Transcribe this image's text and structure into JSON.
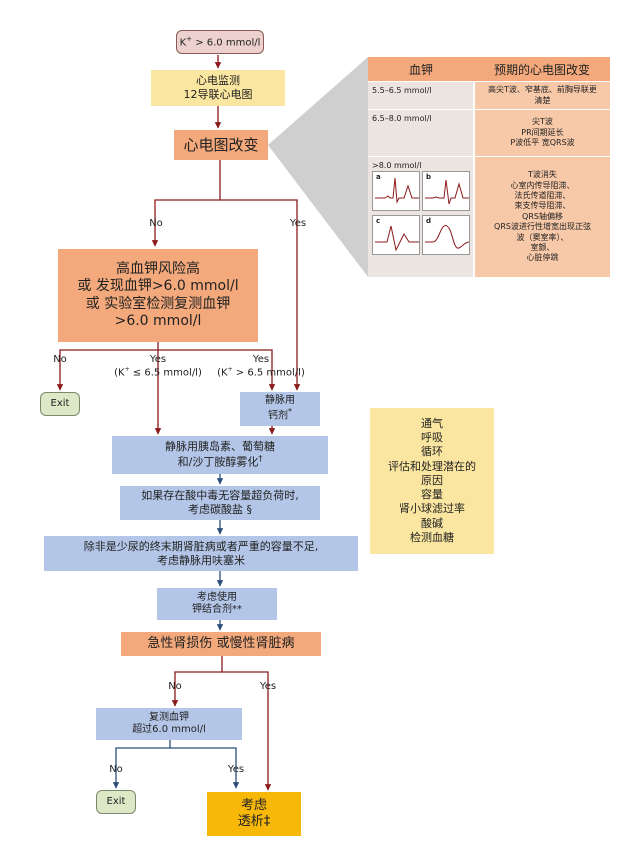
{
  "start": {
    "k": "K",
    "sup": "+",
    "rest": " > 6.0 mmol/l"
  },
  "monitor": {
    "line1": "心电监测",
    "line2": "12导联心电图"
  },
  "ecg_change": "心电图改变",
  "branch1": {
    "no": "No",
    "yes": "Yes"
  },
  "high_risk": {
    "line1": "高血钾风险高",
    "line2": "或 发现血钾>6.0 mmol/l",
    "line3": "或 实验室检测复测血钾",
    "line4": ">6.0 mmol/l"
  },
  "branch2": {
    "no": "No",
    "yes_low": "Yes",
    "yes_low_k": "K",
    "yes_low_sup": "+",
    "yes_low_cond": "≤ 6.5 mmol/l",
    "yes_high": "Yes",
    "yes_high_k": "K",
    "yes_high_sup": "+",
    "yes_high_cond": "> 6.5 mmol/l"
  },
  "exit1": "Exit",
  "calcium": {
    "line1": "静脉用",
    "line2": "钙剂",
    "mark": "*"
  },
  "insulin": {
    "line1": "静脉用胰岛素、葡萄糖",
    "line2": "和/沙丁胺醇雾化",
    "mark": "†"
  },
  "bicarb": {
    "line1": "如果存在酸中毒无容量超负荷时,",
    "line2": "考虑碳酸盐 §"
  },
  "furosemide": {
    "line1": "除非是少尿的终末期肾脏病或者严重的容量不足,",
    "line2": "考虑静脉用呋塞米"
  },
  "binder": {
    "line1": "考虑使用",
    "line2": "钾结合剂**"
  },
  "ckd": "急性肾损伤 或慢性肾脏病",
  "branch3": {
    "no": "No",
    "yes": "Yes"
  },
  "recheck": {
    "line1": "复测血钾",
    "line2": "超过6.0 mmol/l"
  },
  "branch4": {
    "no": "No",
    "yes": "Yes"
  },
  "exit2": "Exit",
  "dialysis": {
    "line1": "考虑",
    "line2": "透析‡"
  },
  "checklist": [
    "通气",
    "呼吸",
    "循环",
    "评估和处理潜在的",
    "原因",
    "容量",
    "肾小球滤过率",
    "酸碱",
    "检测血糖"
  ],
  "table": {
    "header_k": "血钾",
    "header_ecg": "预期的心电图改变",
    "rows": [
      {
        "k": "5.5–6.5 mmol/l",
        "ecg": [
          "高尖T波、窄基底、前胸导联更",
          "清楚"
        ]
      },
      {
        "k": "6.5–8.0 mmol/l",
        "ecg": [
          "尖T波",
          "PR间期延长",
          "P波低平 宽QRS波"
        ]
      },
      {
        "k": ">8.0 mmol/l",
        "ecg": [
          "T波消失",
          "心室内传导阻滞、",
          "法氏传道阻滞、",
          "束支传导阻滞、",
          "QRS轴偏移",
          "QRS波进行性增宽出现正弦",
          "波（窦室率）、",
          "室颤、",
          "心脏停跳"
        ]
      }
    ],
    "ecg_tags": [
      "a",
      "b",
      "c",
      "d"
    ]
  },
  "colors": {
    "orange": "#f3a97c",
    "yellow": "#fae6a0",
    "blue": "#b4c6e7",
    "gold": "#f8b80a",
    "arrow": "#8b1a1a",
    "arrow_blue": "#2e4f7a"
  }
}
